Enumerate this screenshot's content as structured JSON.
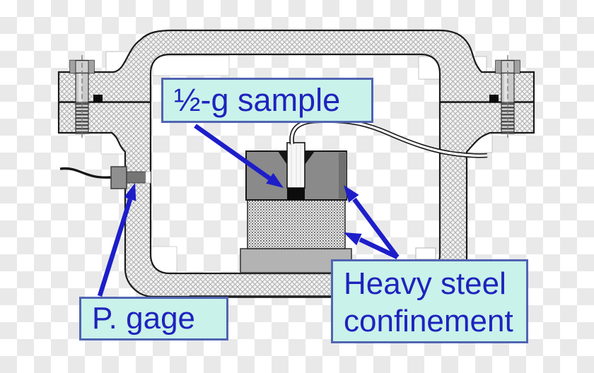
{
  "labels": {
    "sample": "½-g sample",
    "pressure_gage": "P. gage",
    "confinement_lines": [
      "Heavy steel",
      "confinement"
    ]
  },
  "colors": {
    "label_fill": "#c9f2ea",
    "label_border": "#5064b2",
    "label_text": "#1f23bd",
    "arrow": "#1d1ec9",
    "checker_light": "#ffffff",
    "checker_dark": "#e9e9e9",
    "steel_block_dark": "#8a8a8a",
    "steel_base": "#b3b3b3"
  }
}
